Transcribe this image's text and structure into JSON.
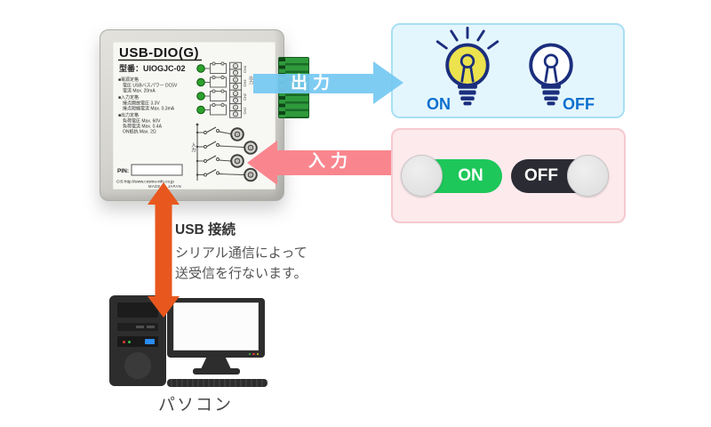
{
  "device": {
    "title": "USB-DIO(G)",
    "model": "型番：UIOGJC-02",
    "specs": [
      {
        "t": "■電源定格"
      },
      {
        "t": "電圧  USBバスパワー DC5V"
      },
      {
        "t": "電流  Max. 20mA"
      },
      {
        "t": "■入力定格"
      },
      {
        "t": "接点開放電圧  3.3V"
      },
      {
        "t": "接点短絡電流  Max. 0.3mA"
      },
      {
        "t": "■出力定格"
      },
      {
        "t": "負荷電圧  Max. 60V"
      },
      {
        "t": "負荷電流  Max. 0.4A"
      },
      {
        "t": "ON抵抗  Max. 2Ω"
      }
    ],
    "pin_label": "PIN:",
    "vendor_line": "CIS http://www.cosmo-info.co.jp",
    "made_in": "MADE IN JAPAN",
    "channels": [
      {
        "t": "CH4"
      },
      {
        "t": "CH3"
      },
      {
        "t": "CH2"
      },
      {
        "t": "CH1"
      }
    ],
    "output_section_label": "出力",
    "input_section_label": "入力"
  },
  "arrows": {
    "output": "出力",
    "input": "入力"
  },
  "output_panel": {
    "bulb_on_label": "ON",
    "bulb_off_label": "OFF"
  },
  "input_panel": {
    "switch_on_label": "ON",
    "switch_off_label": "OFF"
  },
  "usb_note": {
    "title": "USB 接続",
    "line1": "シリアル通信によって",
    "line2": "送受信を行ないます。"
  },
  "pc_label": "パソコン",
  "colors": {
    "output_arrow": "#75c8f2",
    "input_arrow": "#f9868e",
    "usb_arrow": "#e8571e",
    "output_panel_bg": "#e4f6fd",
    "output_panel_border": "#a8dff3",
    "input_panel_bg": "#fdeaed",
    "input_panel_border": "#f5c9cf",
    "bulb_outline": "#1b2e7d",
    "bulb_on_fill": "#ece24e",
    "onoff_label_blue": "#0b6fce",
    "toggle_on_green": "#1ec75a",
    "toggle_off_dark": "#2b2b33",
    "led_green": "#2da12d"
  }
}
